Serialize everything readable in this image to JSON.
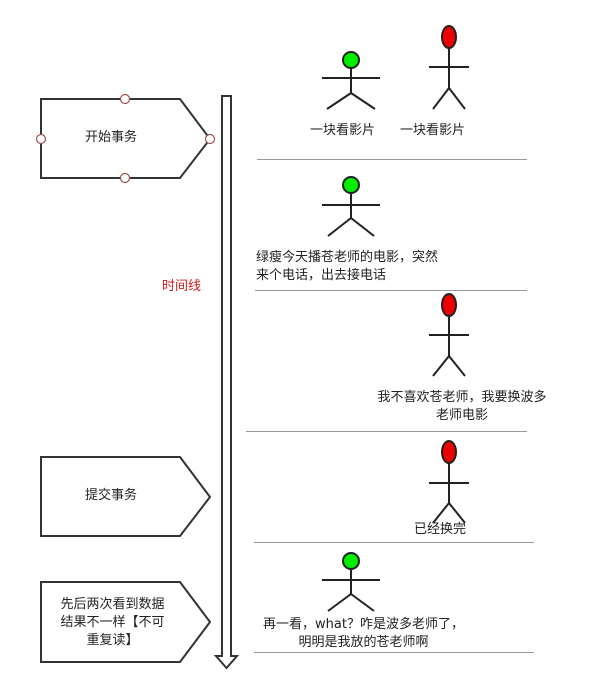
{
  "steps": {
    "begin": "开始事务",
    "commit": "提交事务",
    "result": "先后两次看到数据结果不一样【不可重复读】"
  },
  "timeline_label": "时间线",
  "scenes": {
    "s1_left": "一块看影片",
    "s1_right": "一块看影片",
    "s2": "绿瘦今天播苍老师的电影，突然来个电话，出去接电话",
    "s3": "我不喜欢苍老师，我要换波多老师电影",
    "s4": "已经换完",
    "s5": "再一看，what？咋是波多老师了，明明是我放的苍老师啊"
  },
  "colors": {
    "green_head": "#00ee00",
    "red_head": "#ee0000",
    "timeline_label": "#d21a1a"
  }
}
